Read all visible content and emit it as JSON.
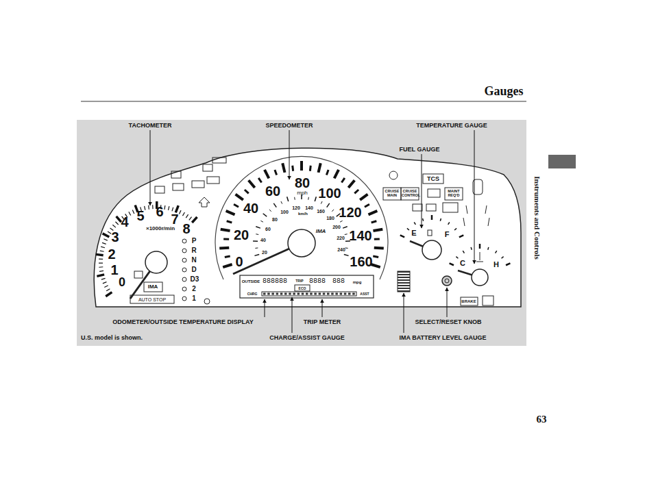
{
  "diagram": {
    "title": "Gauges",
    "labels": [
      "Instruments and Controls",
      "63",
      "TACHOMETER",
      "SPEEDOMETER",
      "TEMPERATURE GAUGE",
      "FUEL GAUGE",
      "ODOMETER/OUTSIDE TEMPERATURE DISPLAY",
      "TRIP METER",
      "SELECT/RESET KNOB",
      "CHARGE/ASSIST GAUGE",
      "IMA BATTERY LEVEL GAUGE",
      "U.S. model is shown.",
      "0",
      "1",
      "2",
      "3",
      "4",
      "5",
      "6",
      "7",
      "8",
      "×1000r/min",
      "0",
      "20",
      "40",
      "60",
      "80",
      "100",
      "120",
      "140",
      "160",
      "mph",
      "20",
      "40",
      "60",
      "80",
      "100",
      "120",
      "140",
      "160",
      "180",
      "200",
      "220",
      "240",
      "km/h",
      "P",
      "R",
      "N",
      "D",
      "D3",
      "2",
      "1",
      "IMA",
      "AUTO STOP",
      "E",
      "F",
      "C",
      "H",
      "OUTSIDE",
      "888888",
      "TRIP",
      "8888",
      "888",
      "mpg",
      "ECO",
      "CHRG",
      "ASST",
      "CRUISE MAIN",
      "CRUISE CONTROL",
      "MAINT REQ'D",
      "TCS",
      "BRAKE",
      "IMA"
    ]
  }
}
